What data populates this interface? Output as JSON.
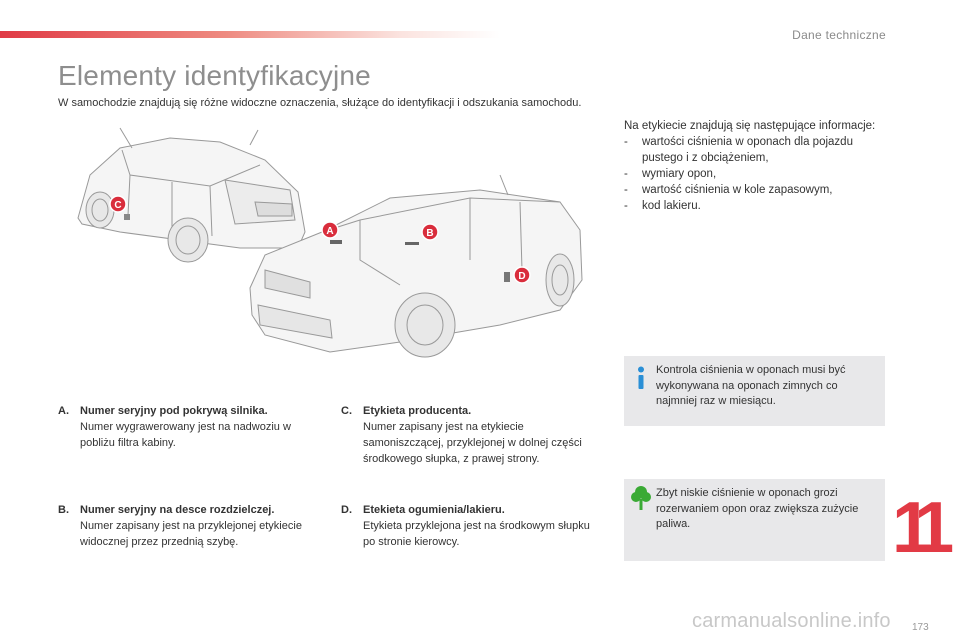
{
  "header": {
    "section_title": "Dane techniczne"
  },
  "page": {
    "title": "Elementy identyfikacyjne",
    "subtitle": "W samochodzie znajdują się różne widoczne oznaczenia, służące do identyfikacji i odszukania samochodu."
  },
  "markers": {
    "a": "A",
    "b": "B",
    "c": "C",
    "d": "D"
  },
  "colors": {
    "accent": "#e23a45",
    "marker": "#d92d3c",
    "note_bg": "#e8e8ea",
    "info_blue": "#2a8fd6",
    "eco_green": "#3aaa35"
  },
  "items": {
    "a": {
      "letter": "A.",
      "title": "Numer seryjny pod pokrywą silnika.",
      "text": "Numer wygrawerowany jest na nadwoziu w pobliżu filtra kabiny."
    },
    "b": {
      "letter": "B.",
      "title": "Numer seryjny na desce rozdzielczej.",
      "text": "Numer zapisany jest na przyklejonej etykiecie widocznej przez przednią szybę."
    },
    "c": {
      "letter": "C.",
      "title": "Etykieta producenta.",
      "text": "Numer zapisany jest na etykiecie samoniszczącej, przyklejonej w dolnej części środkowego słupka, z prawej strony."
    },
    "d": {
      "letter": "D.",
      "title": "Etekieta ogumienia/lakieru.",
      "text": "Etykieta przyklejona jest na środkowym słupku po stronie kierowcy."
    }
  },
  "label_info": {
    "intro": "Na etykiecie znajdują się następujące informacje:",
    "list": [
      "wartości ciśnienia w oponach dla pojazdu pustego i z obciążeniem,",
      "wymiary opon,",
      "wartość ciśnienia w kole zapasowym,",
      "kod lakieru."
    ]
  },
  "notes": {
    "info": {
      "icon": "info-icon",
      "text": "Kontrola ciśnienia w oponach musi być wykonywana na oponach zimnych co najmniej raz w miesiącu."
    },
    "eco": {
      "icon": "tree-icon",
      "text": "Zbyt niskie ciśnienie w oponach grozi rozerwaniem opon oraz zwiększa zużycie paliwa."
    }
  },
  "chapter": {
    "number": "11"
  },
  "footer": {
    "page_number": "173",
    "watermark": "carmanualsonline.info"
  }
}
